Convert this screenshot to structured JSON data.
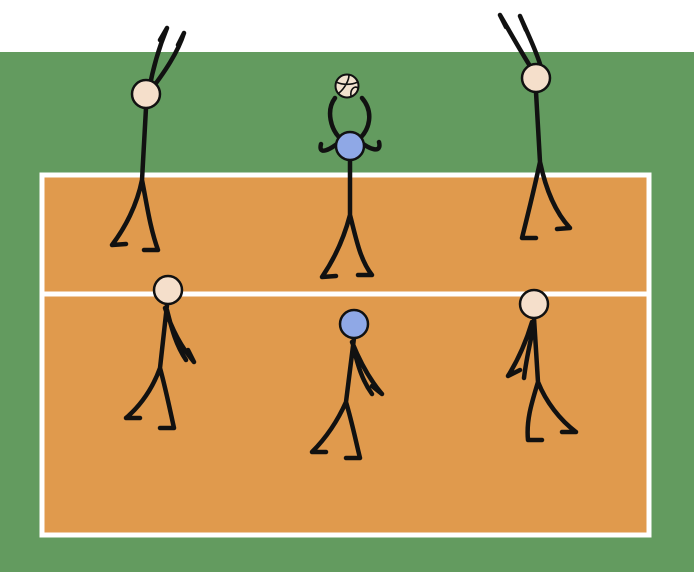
{
  "colors": {
    "background": "#ffffff",
    "grass": "#639b5f",
    "court": "#e09a4d",
    "court_lines": "#ffffff",
    "head_team_a": "#f5dfcb",
    "head_team_b": "#8fa8e6",
    "stroke": "#111111",
    "ball": "#f2e2cf"
  },
  "players": [
    {
      "name": "setter",
      "team": "team_b",
      "pose": "setting",
      "court_row": "front"
    },
    {
      "name": "left-blocker",
      "team": "team_a",
      "pose": "arms-up",
      "court_row": "front"
    },
    {
      "name": "right-blocker",
      "team": "team_a",
      "pose": "arms-up",
      "court_row": "front"
    },
    {
      "name": "back-left",
      "team": "team_a",
      "pose": "ready",
      "court_row": "back"
    },
    {
      "name": "back-middle",
      "team": "team_b",
      "pose": "ready",
      "court_row": "back"
    },
    {
      "name": "back-right",
      "team": "team_a",
      "pose": "ready",
      "court_row": "back"
    }
  ],
  "ball": {
    "icon": "volleyball-icon"
  }
}
